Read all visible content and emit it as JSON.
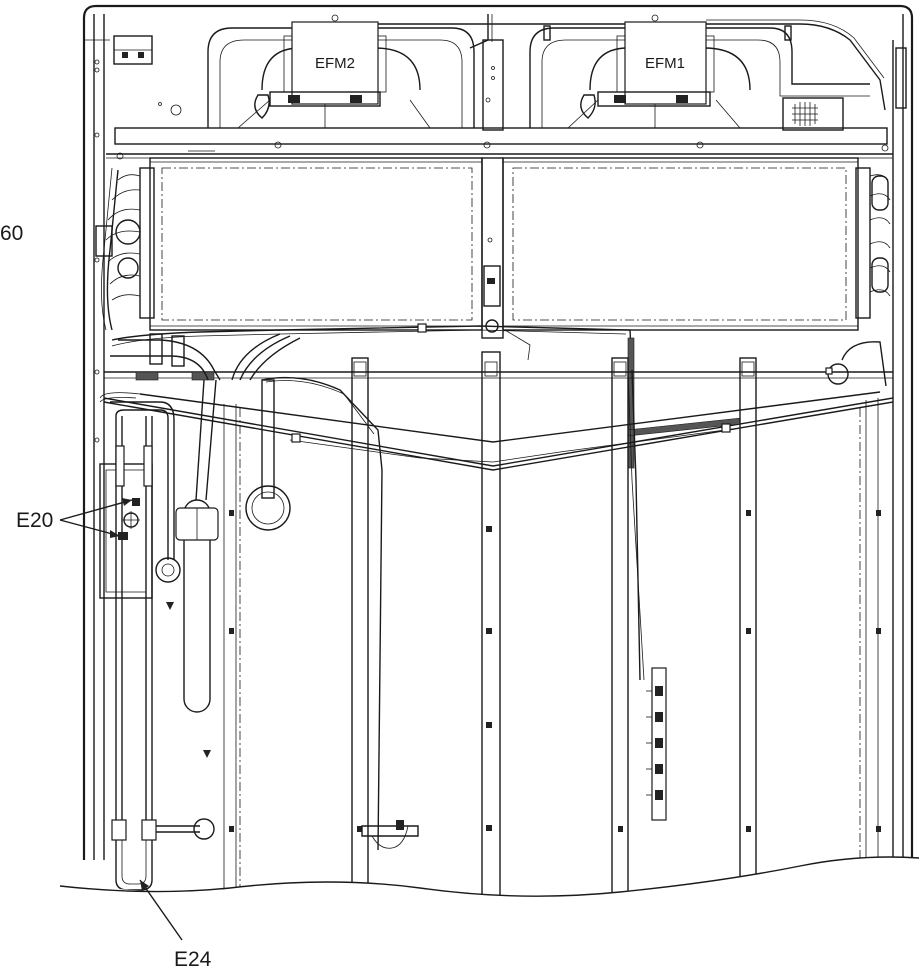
{
  "callouts": {
    "partial_top_left": "60",
    "e20": "E20",
    "e24": "E24"
  },
  "fans": {
    "left": "EFM2",
    "right": "EFM1"
  }
}
